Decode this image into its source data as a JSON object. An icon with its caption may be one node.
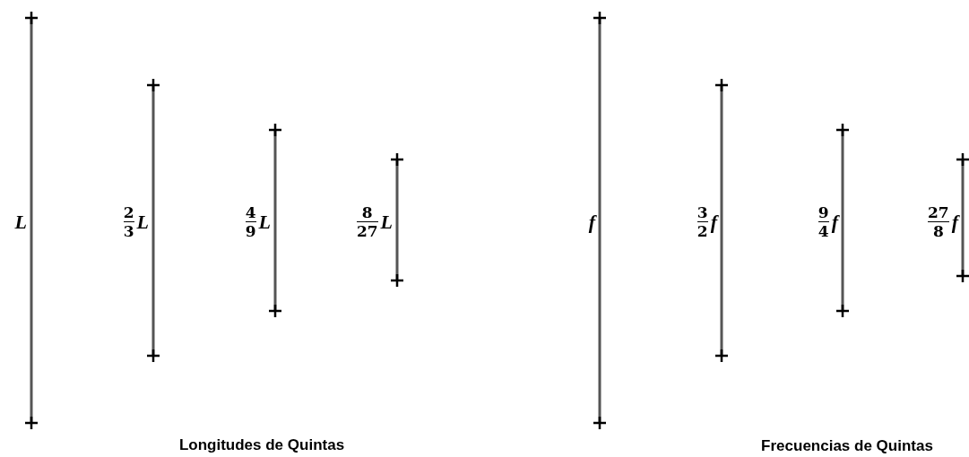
{
  "diagram": {
    "nodes": [
      {
        "text": [],
        "shape": "bar",
        "beside": [
          "L"
        ]
      },
      {
        "text": [],
        "shape": "bar",
        "beside": [
          "2",
          "3",
          "L"
        ]
      },
      {
        "text": [],
        "shape": "bar",
        "beside": [
          "4",
          "9",
          "L"
        ]
      },
      {
        "text": [],
        "shape": "bar",
        "beside": [
          "8",
          "27",
          "L"
        ]
      },
      {
        "text": [],
        "shape": "bar",
        "beside": [
          "f"
        ]
      },
      {
        "text": [],
        "shape": "bar",
        "beside": [
          "3",
          "2",
          "f"
        ]
      },
      {
        "text": [],
        "shape": "bar",
        "beside": [
          "9",
          "4",
          "f"
        ]
      },
      {
        "text": [],
        "shape": "bar",
        "beside": [
          "27",
          "8",
          "f"
        ]
      }
    ],
    "labels": [
      "Longitudes de Quintas",
      "Frecuencias de Quintas"
    ]
  }
}
